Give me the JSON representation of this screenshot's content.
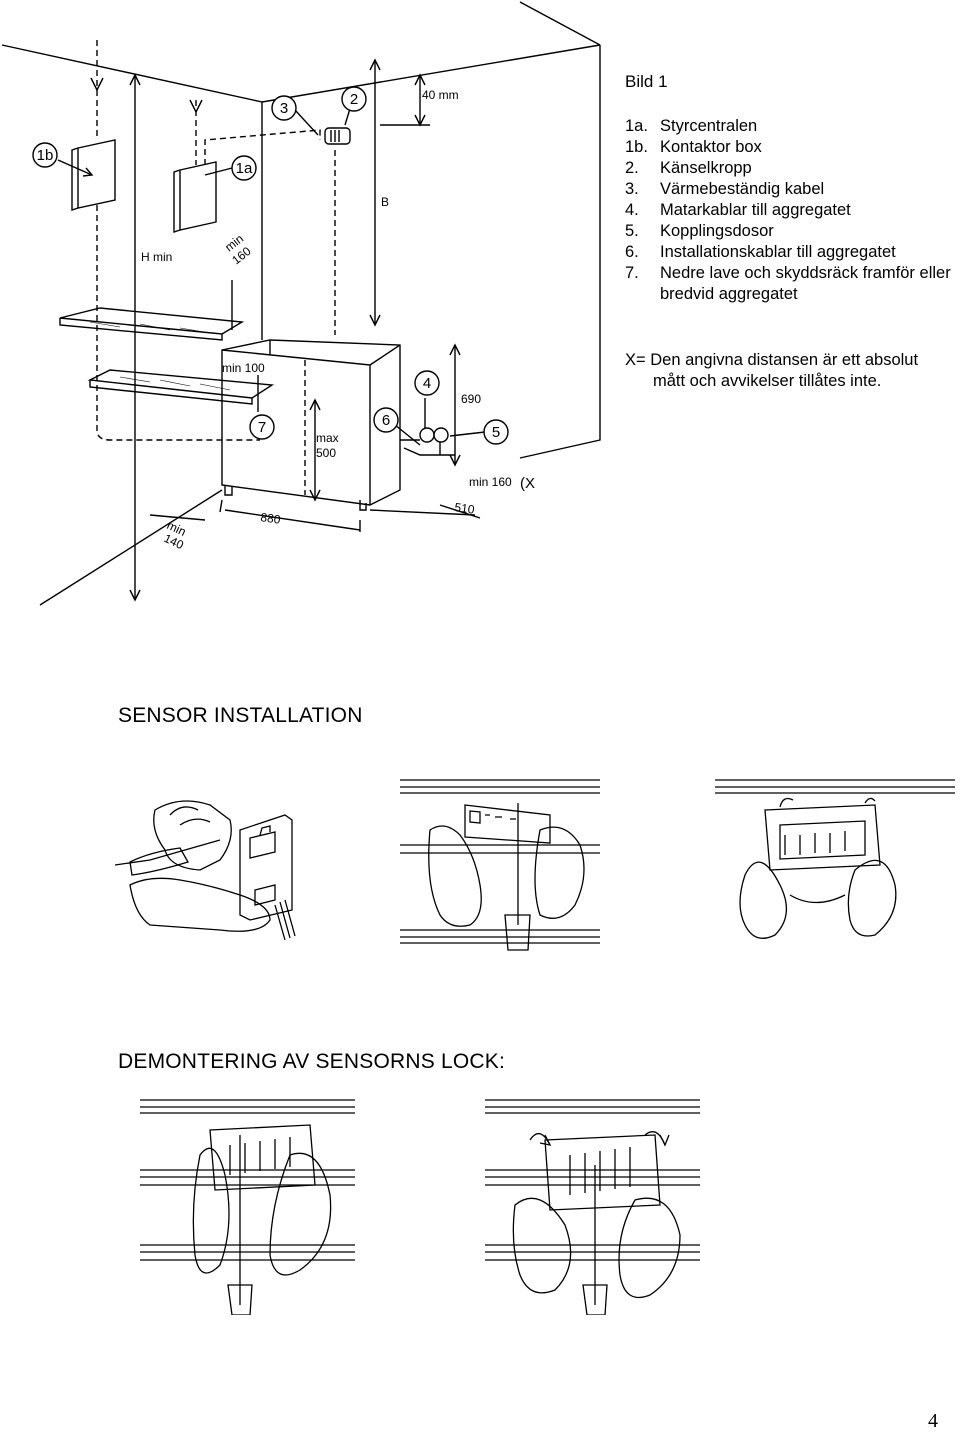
{
  "diagram": {
    "callouts": {
      "c1b": "1b",
      "c1a": "1a",
      "c2": "2",
      "c3": "3",
      "c4": "4",
      "c5": "5",
      "c6": "6",
      "c7": "7"
    },
    "dims": {
      "mm40": "40 mm",
      "b": "B",
      "hmin": "H min",
      "min160_line1": "min",
      "min160_line2": "160",
      "min100": "min 100",
      "d690": "690",
      "max500_line1": "max",
      "max500_line2": "500",
      "min160_floor": "min 160",
      "x_mark": "(X",
      "d510": "510",
      "d880": "880",
      "min140_line1": "min",
      "min140_line2": "140"
    }
  },
  "legend": {
    "title": "Bild 1",
    "items": [
      {
        "num": "1a.",
        "text": "Styrcentralen"
      },
      {
        "num": "1b.",
        "text": "Kontaktor box"
      },
      {
        "num": "2.",
        "text": "Känselkropp"
      },
      {
        "num": "3.",
        "text": "Värmebeständig kabel"
      },
      {
        "num": "4.",
        "text": "Matarkablar till aggregatet"
      },
      {
        "num": "5.",
        "text": "Kopplingsdosor"
      },
      {
        "num": "6.",
        "text": "Installationskablar till aggregatet"
      },
      {
        "num": "7.",
        "text": "Nedre lave och skyddsräck framför eller bredvid aggregatet"
      }
    ]
  },
  "note": {
    "line1": "X= Den angivna distansen är ett absolut",
    "line2": "mått och avvikelser tillåtes inte."
  },
  "sections": {
    "sensor_title": "SENSOR INSTALLATION",
    "demont_title": "DEMONTERING AV SENSORNS LOCK:"
  },
  "page_number": "4"
}
